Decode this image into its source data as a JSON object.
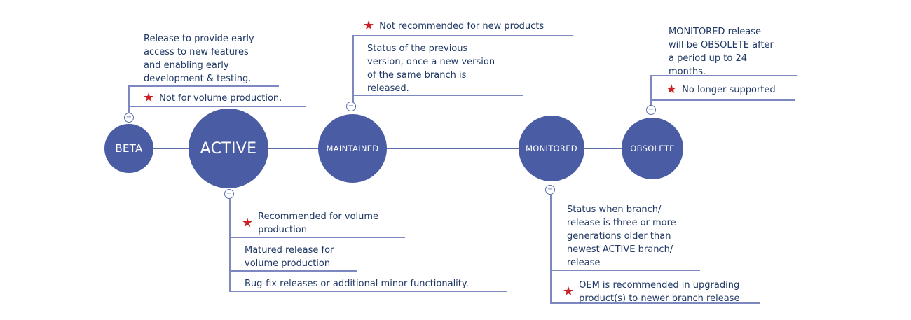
{
  "diagram": {
    "name": "release-lifecycle-diagram",
    "nodes": [
      {
        "id": "beta",
        "label": "BETA"
      },
      {
        "id": "active",
        "label": "ACTIVE"
      },
      {
        "id": "maintained",
        "label": "MAINTAINED"
      },
      {
        "id": "monitored",
        "label": "MONITORED"
      },
      {
        "id": "obsolete",
        "label": "OBSOLETE"
      }
    ]
  },
  "callouts": {
    "beta": {
      "description": "Release to provide early\naccess to new features\nand enabling early\ndevelopment & testing.",
      "star_note": "Not for volume production."
    },
    "active": {
      "star_note": "Recommended for volume\nproduction",
      "note_2": "Matured release for\nvolume production",
      "note_3": "Bug-fix releases or additional minor functionality."
    },
    "maintained": {
      "star_note": "Not recommended for new products",
      "description": "Status of the previous\nversion, once a new version\nof the same branch is\nreleased."
    },
    "monitored": {
      "description": "Status when branch/\nrelease is three or more\ngenerations older than\nnewest ACTIVE branch/\nrelease",
      "star_note": "OEM is recommended in upgrading\nproduct(s) to newer branch release"
    },
    "obsolete": {
      "description": "MONITORED release\nwill be OBSOLETE after\na period up to 24\nmonths.",
      "star_note": "No longer supported"
    }
  },
  "icons": {
    "star": "★",
    "collapse": "−"
  },
  "colors": {
    "node_fill": "#4A5CA3",
    "node_text": "#FFFFFF",
    "text": "#1F3864",
    "callout_line": "#7D87C0",
    "connector_line": "#5A6FA8",
    "star": "#CB2026",
    "background": "#FFFFFF"
  }
}
